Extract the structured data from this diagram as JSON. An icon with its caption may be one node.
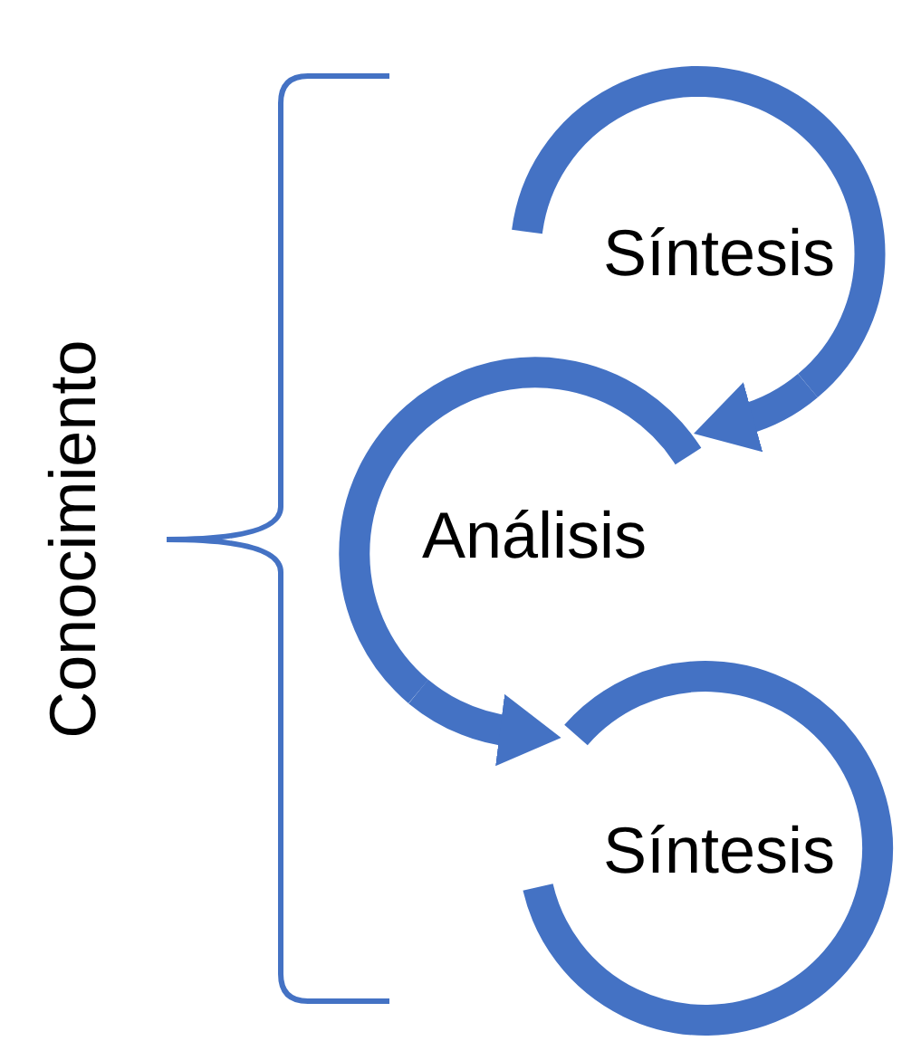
{
  "diagram": {
    "nodes": [
      {
        "text": [
          "Síntesis"
        ]
      },
      {
        "text": [
          "Análisis"
        ]
      },
      {
        "text": [
          "Síntesis"
        ]
      }
    ],
    "edges": [
      {
        "from": 0,
        "to": 1,
        "arrow": "to"
      },
      {
        "from": 1,
        "to": 2,
        "arrow": "to"
      }
    ],
    "labels": [
      "Conocimiento"
    ]
  }
}
